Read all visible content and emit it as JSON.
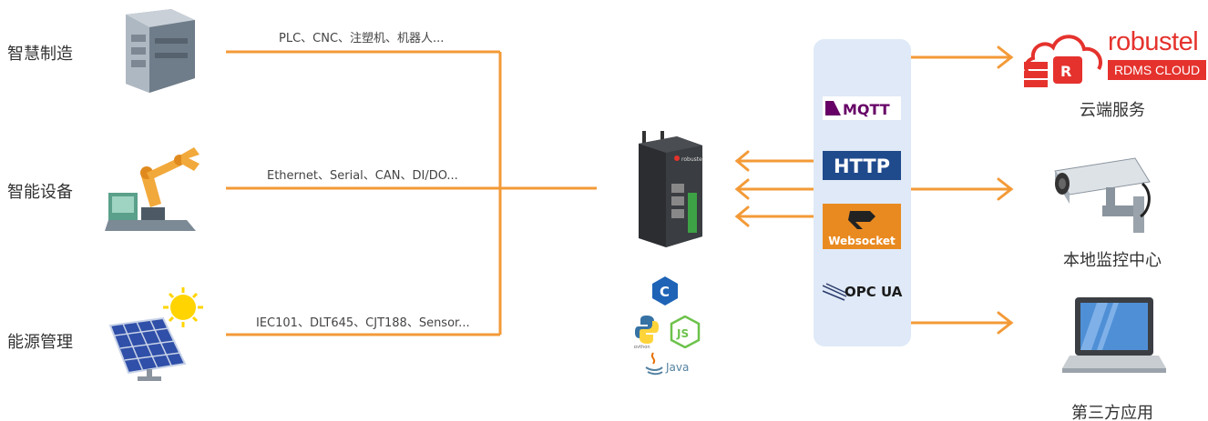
{
  "categories": [
    {
      "label": "智慧制造",
      "icon": "plc-controller-icon",
      "protocols": "PLC、CNC、注塑机、机器人..."
    },
    {
      "label": "智能设备",
      "icon": "robot-arm-icon",
      "protocols": "Ethernet、Serial、CAN、DI/DO..."
    },
    {
      "label": "能源管理",
      "icon": "solar-panel-icon",
      "protocols": "IEC101、DLT645、CJT188、Sensor..."
    }
  ],
  "device": {
    "brand": "robustel",
    "icon": "industrial-gateway-icon"
  },
  "languages": {
    "c": "C",
    "python": "python",
    "js": "JS",
    "java": "Java"
  },
  "protocols": {
    "mqtt": "MQTT",
    "http": "HTTP",
    "websocket": "Websocket",
    "opcua": "OPC UA"
  },
  "destinations": [
    {
      "label": "云端服务",
      "icon": "cloud-server-icon",
      "brand": "robustel",
      "brand_sub": "RDMS CLOUD"
    },
    {
      "label": "本地监控中心",
      "icon": "surveillance-camera-icon"
    },
    {
      "label": "第三方应用",
      "icon": "laptop-icon"
    }
  ],
  "colors": {
    "line": "#f39a37",
    "panel": "#dfe9f7",
    "brand_red": "#e5322d",
    "http_blue": "#1f4a8c",
    "ws_orange": "#e98a20"
  }
}
